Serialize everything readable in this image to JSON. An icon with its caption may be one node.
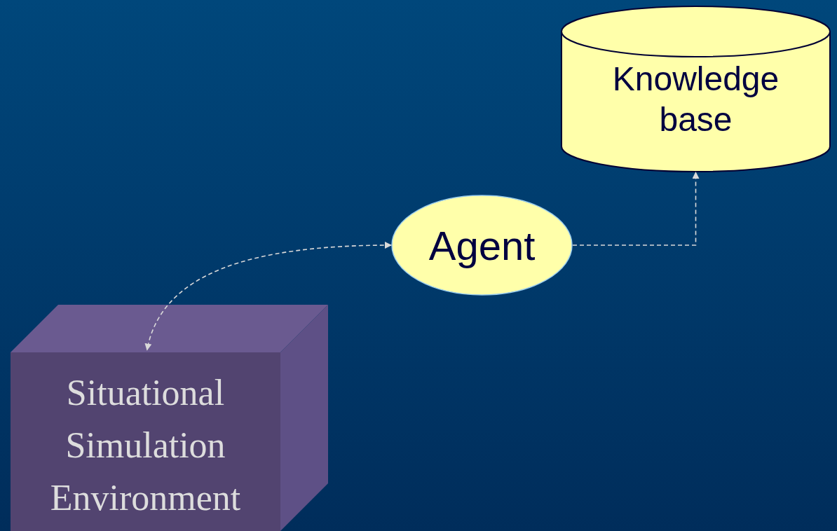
{
  "diagram": {
    "nodes": [
      {
        "text": [
          "Knowledge base"
        ]
      },
      {
        "text": [
          "Agent"
        ]
      },
      {
        "text": [
          "Situational Simulation Environment"
        ]
      }
    ],
    "edges": [
      {
        "from": 1,
        "to": 0,
        "arrow": "to",
        "style": "dashed"
      },
      {
        "from": 1,
        "to": 2,
        "arrow": "both",
        "style": "dashed"
      }
    ]
  }
}
